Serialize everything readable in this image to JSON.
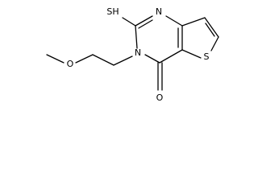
{
  "molecule": {
    "atoms": {
      "sh": "SH",
      "n_top": "N",
      "n_ring": "N",
      "s_thiophene": "S",
      "o_carbonyl": "O",
      "o_methoxy": "O"
    }
  }
}
